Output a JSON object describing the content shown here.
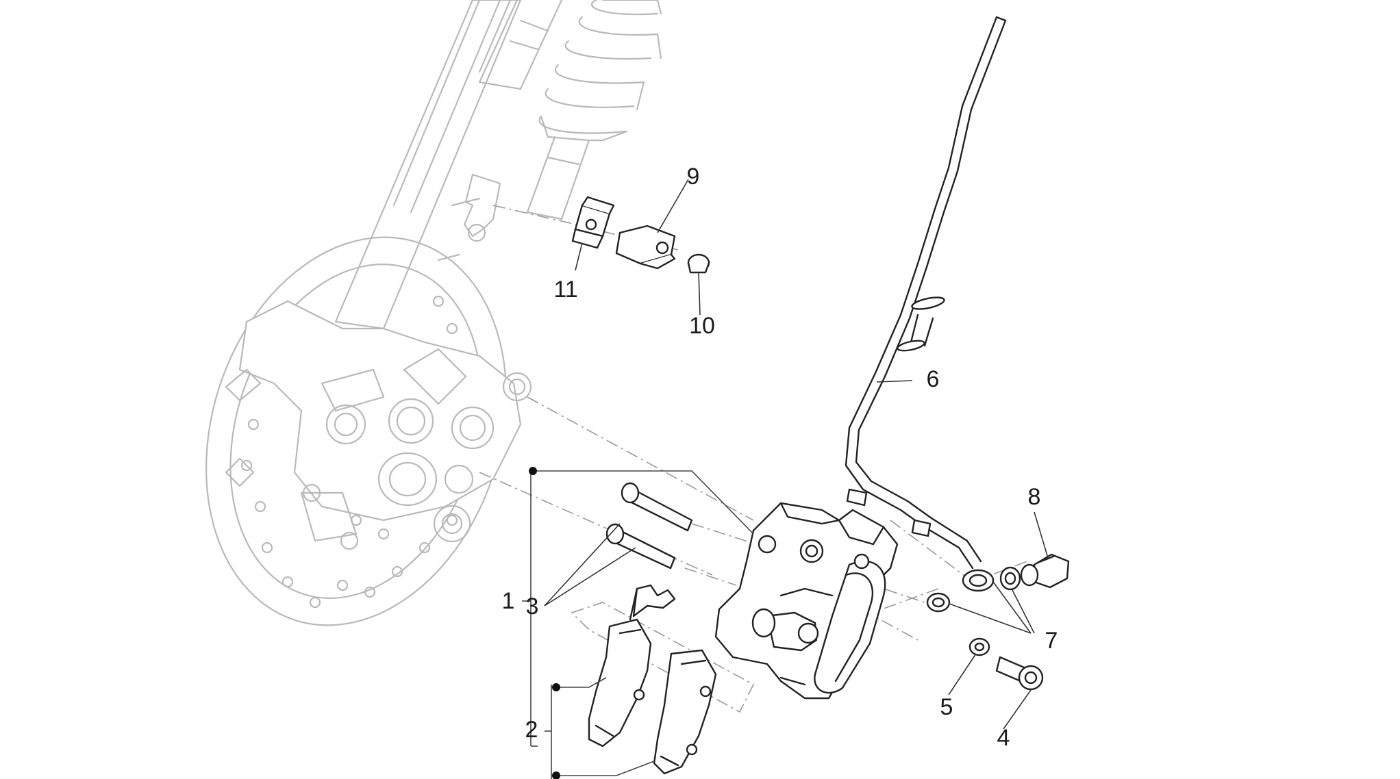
{
  "callouts": [
    {
      "id": "1",
      "label": "1"
    },
    {
      "id": "2",
      "label": "2"
    },
    {
      "id": "3",
      "label": "3"
    },
    {
      "id": "4",
      "label": "4"
    },
    {
      "id": "5",
      "label": "5"
    },
    {
      "id": "6",
      "label": "6"
    },
    {
      "id": "7",
      "label": "7"
    },
    {
      "id": "8",
      "label": "8"
    },
    {
      "id": "9",
      "label": "9"
    },
    {
      "id": "10",
      "label": "10"
    },
    {
      "id": "11",
      "label": "11"
    }
  ],
  "colors": {
    "ghost_outline": "#b9b9b9",
    "part_outline": "#222222",
    "label_text": "#1a1a1a"
  }
}
